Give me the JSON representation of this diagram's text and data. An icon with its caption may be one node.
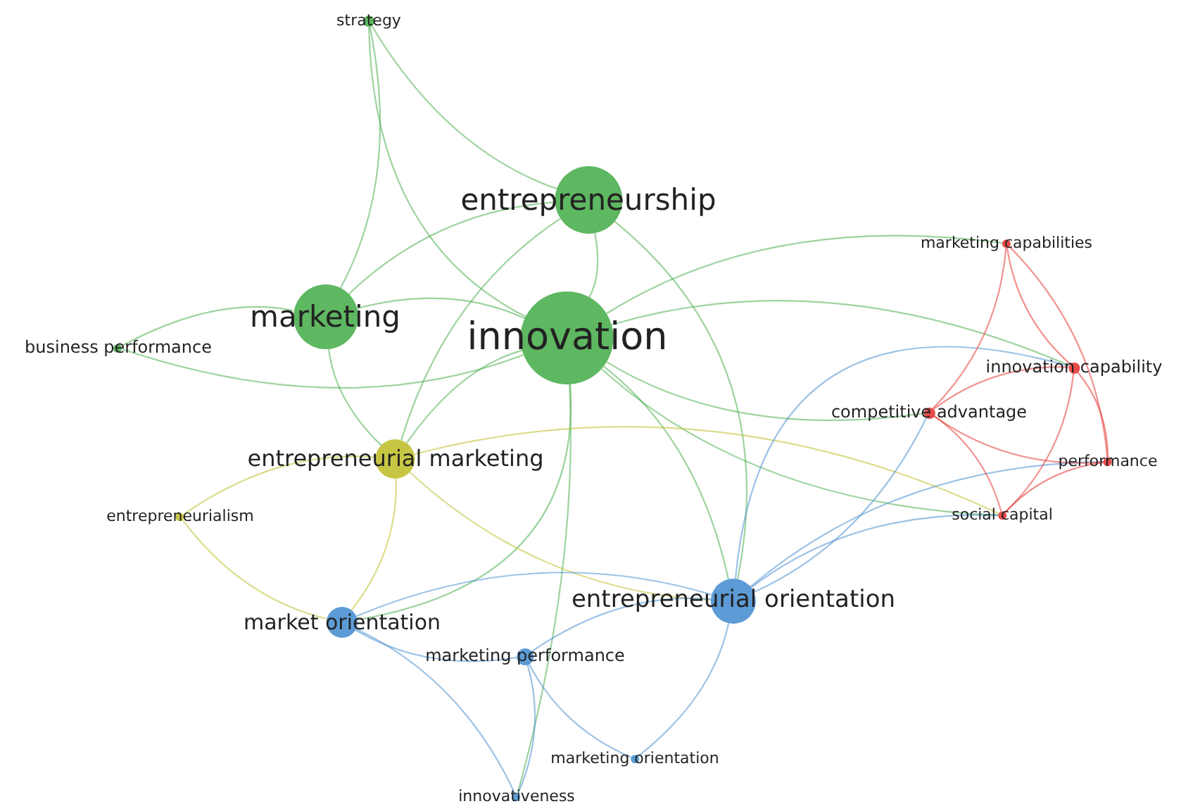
{
  "diagram": {
    "nodes": [
      {
        "text": [
          "strategy"
        ]
      },
      {
        "text": [
          "entrepreneurship"
        ]
      },
      {
        "text": [
          "marketing"
        ]
      },
      {
        "text": [
          "business performance"
        ]
      },
      {
        "text": [
          "innovation"
        ]
      },
      {
        "text": [
          "marketing capabilities"
        ]
      },
      {
        "text": [
          "innovation capability"
        ]
      },
      {
        "text": [
          "competitive advantage"
        ]
      },
      {
        "text": [
          "entrepreneurial marketing"
        ]
      },
      {
        "text": [
          "performance"
        ]
      },
      {
        "text": [
          "entrepreneurialism"
        ]
      },
      {
        "text": [
          "social capital"
        ]
      },
      {
        "text": [
          "entrepreneurial orientation"
        ]
      },
      {
        "text": [
          "market orientation"
        ]
      },
      {
        "text": [
          "marketing performance"
        ]
      },
      {
        "text": [
          "marketing orientation"
        ]
      },
      {
        "text": [
          "innovativeness"
        ]
      }
    ],
    "edges": [
      {
        "from": 0,
        "to": 2,
        "arrow": "none"
      },
      {
        "from": 0,
        "to": 1,
        "arrow": "none"
      },
      {
        "from": 0,
        "to": 4,
        "arrow": "none"
      },
      {
        "from": 1,
        "to": 2,
        "arrow": "none"
      },
      {
        "from": 1,
        "to": 4,
        "arrow": "none"
      },
      {
        "from": 1,
        "to": 8,
        "arrow": "none"
      },
      {
        "from": 1,
        "to": 12,
        "arrow": "none"
      },
      {
        "from": 2,
        "to": 3,
        "arrow": "none"
      },
      {
        "from": 2,
        "to": 4,
        "arrow": "none"
      },
      {
        "from": 2,
        "to": 8,
        "arrow": "none"
      },
      {
        "from": 3,
        "to": 4,
        "arrow": "none"
      },
      {
        "from": 4,
        "to": 8,
        "arrow": "none"
      },
      {
        "from": 4,
        "to": 12,
        "arrow": "none"
      },
      {
        "from": 4,
        "to": 13,
        "arrow": "none"
      },
      {
        "from": 4,
        "to": 16,
        "arrow": "none"
      },
      {
        "from": 4,
        "to": 7,
        "arrow": "none"
      },
      {
        "from": 4,
        "to": 6,
        "arrow": "none"
      },
      {
        "from": 4,
        "to": 11,
        "arrow": "none"
      },
      {
        "from": 4,
        "to": 5,
        "arrow": "none"
      },
      {
        "from": 8,
        "to": 10,
        "arrow": "none",
        "color": "#c0c030"
      },
      {
        "from": 8,
        "to": 13,
        "arrow": "none",
        "color": "#c0c030"
      },
      {
        "from": 8,
        "to": 12,
        "arrow": "none",
        "color": "#c0c030"
      },
      {
        "from": 8,
        "to": 11,
        "arrow": "none",
        "color": "#c0c030"
      },
      {
        "from": 10,
        "to": 13,
        "arrow": "none",
        "color": "#c0c030"
      },
      {
        "from": 12,
        "to": 13,
        "arrow": "none",
        "color": "#4a90d0"
      },
      {
        "from": 12,
        "to": 14,
        "arrow": "none",
        "color": "#4a90d0"
      },
      {
        "from": 12,
        "to": 15,
        "arrow": "none",
        "color": "#4a90d0"
      },
      {
        "from": 12,
        "to": 7,
        "arrow": "none",
        "color": "#4a90d0"
      },
      {
        "from": 12,
        "to": 11,
        "arrow": "none",
        "color": "#4a90d0"
      },
      {
        "from": 12,
        "to": 9,
        "arrow": "none",
        "color": "#4a90d0"
      },
      {
        "from": 12,
        "to": 6,
        "arrow": "none",
        "color": "#4a90d0"
      },
      {
        "from": 13,
        "to": 14,
        "arrow": "none",
        "color": "#4a90d0"
      },
      {
        "from": 13,
        "to": 16,
        "arrow": "none",
        "color": "#4a90d0"
      },
      {
        "from": 14,
        "to": 15,
        "arrow": "none",
        "color": "#4a90d0"
      },
      {
        "from": 14,
        "to": 16,
        "arrow": "none",
        "color": "#4a90d0"
      },
      {
        "from": 7,
        "to": 5,
        "arrow": "none",
        "color": "#e53935"
      },
      {
        "from": 7,
        "to": 6,
        "arrow": "none",
        "color": "#e53935"
      },
      {
        "from": 7,
        "to": 9,
        "arrow": "none",
        "color": "#e53935"
      },
      {
        "from": 7,
        "to": 11,
        "arrow": "none",
        "color": "#e53935"
      },
      {
        "from": 5,
        "to": 6,
        "arrow": "none",
        "color": "#e53935"
      },
      {
        "from": 6,
        "to": 9,
        "arrow": "none",
        "color": "#e53935"
      },
      {
        "from": 6,
        "to": 11,
        "arrow": "none",
        "color": "#e53935"
      },
      {
        "from": 5,
        "to": 9,
        "arrow": "none",
        "color": "#e53935"
      },
      {
        "from": 9,
        "to": 11,
        "arrow": "none",
        "color": "#e53935"
      }
    ]
  }
}
